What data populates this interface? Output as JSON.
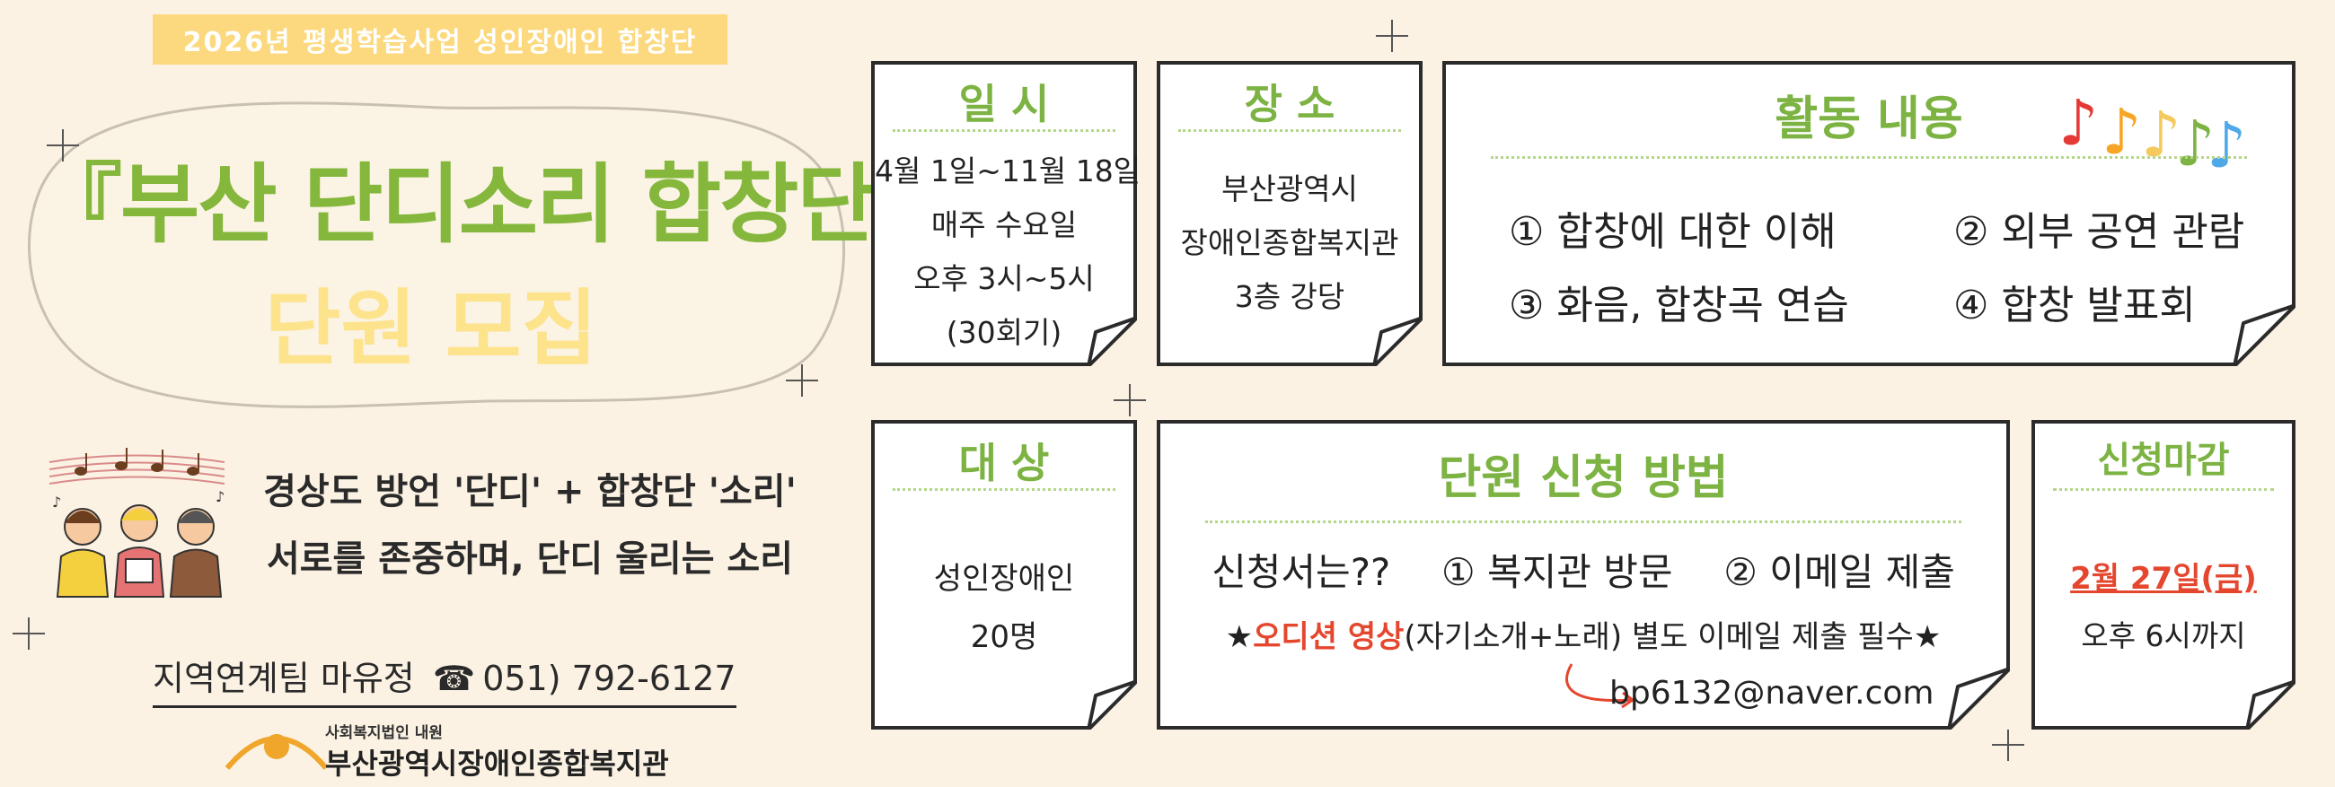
{
  "header": {
    "tag": "2026년 평생학습사업 성인장애인 합창단",
    "title": "『부산 단디소리 합창단』",
    "subtitle": "단원 모집"
  },
  "slogan": {
    "line1": "경상도 방언 '단디' + 합창단 '소리'",
    "line2": "서로를 존중하며, 단디 울리는 소리"
  },
  "contact": {
    "team": "지역연계팀 마유정",
    "phone_icon": "☎",
    "phone": "051) 792-6127"
  },
  "organization": {
    "parent": "사회복지법인 내원",
    "name": "부산광역시장애인종합복지관"
  },
  "schedule": {
    "title": "일 시",
    "lines": [
      "4월 1일~11월 18일",
      "매주 수요일",
      "오후 3시~5시",
      "(30회기)"
    ]
  },
  "location": {
    "title": "장 소",
    "lines": [
      "부산광역시",
      "장애인종합복지관",
      "3층 강당"
    ]
  },
  "activities": {
    "title": "활동 내용",
    "items": [
      "① 합창에 대한 이해",
      "② 외부 공연 관람",
      "③ 화음, 합창곡 연습",
      "④ 합창 발표회"
    ]
  },
  "target": {
    "title": "대 상",
    "lines": [
      "성인장애인",
      "20명"
    ]
  },
  "application": {
    "title": "단원 신청 방법",
    "method_label": "신청서는??",
    "method_1": "① 복지관 방문",
    "method_2": "② 이메일 제출",
    "star_open": "★",
    "highlight": "오디션 영상",
    "rest": "(자기소개+노래) 별도 이메일 제출 필수",
    "star_close": "★",
    "email": "bp6132@naver.com"
  },
  "deadline": {
    "title": "신청마감",
    "date": "2월 27일(금)",
    "time": "오후 6시까지"
  },
  "colors": {
    "background": "#fbf2e3",
    "green": "#7cb342",
    "yellow": "#fcd97e",
    "red": "#e5462e",
    "note_colors": [
      "#e53935",
      "#f7a525",
      "#f4c95d",
      "#7cb342",
      "#4fa8e8"
    ]
  }
}
